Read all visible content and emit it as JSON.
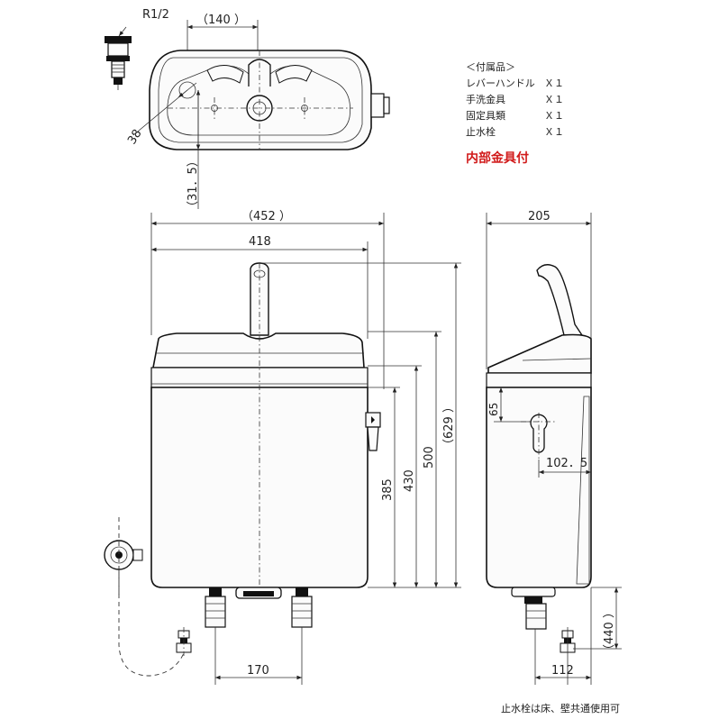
{
  "top_view": {
    "thread_label": "R1/2",
    "width_140": "（140 ）",
    "angle_38": "38",
    "depth_31_5": "（31．5）"
  },
  "accessories": {
    "heading": "＜付属品＞",
    "items": [
      {
        "name": "レバーハンドル",
        "qty": "Ｘ１"
      },
      {
        "name": "手洗金具",
        "qty": "Ｘ１"
      },
      {
        "name": "固定具類",
        "qty": "Ｘ１"
      },
      {
        "name": "止水栓",
        "qty": "Ｘ１"
      }
    ],
    "internal_note": "内部金具付"
  },
  "front_view": {
    "width_452": "（452 ）",
    "width_418": "418",
    "height_629": "（629 ）",
    "height_500": "500",
    "height_430": "430",
    "height_385": "385",
    "spacing_170": "170"
  },
  "side_view": {
    "depth_205": "205",
    "offset_65": "65",
    "offset_102_5": "102．5",
    "height_440": "（440 ）",
    "spacing_112": "112"
  },
  "footer": {
    "note": "止水栓は床、壁共通使用可"
  },
  "colors": {
    "line": "#222222",
    "accent": "#d11a1a"
  }
}
